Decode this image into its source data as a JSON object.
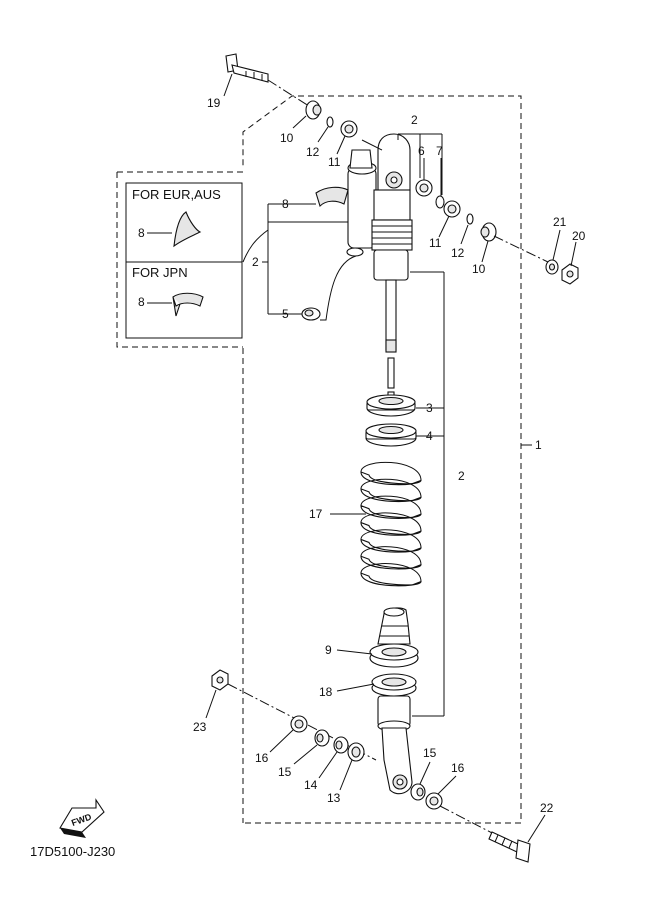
{
  "diagram": {
    "inset": {
      "eur_title": "FOR EUR,AUS",
      "jpn_title": "FOR JPN",
      "eur_part_label": "8",
      "jpn_part_label": "8",
      "group_label": "2"
    },
    "labels": {
      "p1": "1",
      "p2_top": "2",
      "p2_mid": "2",
      "p3": "3",
      "p4": "4",
      "p5": "5",
      "p6": "6",
      "p7": "7",
      "p8": "8",
      "p9": "9",
      "p10_left": "10",
      "p10_right": "10",
      "p11_left": "11",
      "p11_right": "11",
      "p12_left": "12",
      "p12_right": "12",
      "p13": "13",
      "p14": "14",
      "p15_left": "15",
      "p15_right": "15",
      "p16_left": "16",
      "p16_right": "16",
      "p17": "17",
      "p18": "18",
      "p19": "19",
      "p20": "20",
      "p21": "21",
      "p22": "22",
      "p23": "23"
    },
    "fwd_label": "FWD",
    "drawing_code": "17D5100-J230"
  }
}
